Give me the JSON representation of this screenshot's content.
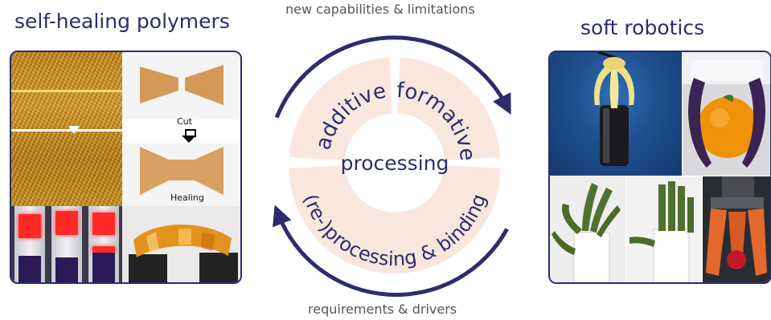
{
  "left_section": {
    "title": "self-healing polymers",
    "photo_labels": {
      "cut": "Cut",
      "healing": "Healing"
    }
  },
  "right_section": {
    "title": "soft robotics"
  },
  "cycle": {
    "center_label": "processing",
    "segments": [
      "additive",
      "formative",
      "(re-)processing & binding"
    ],
    "top_caption": "new capabilities & limitations",
    "bottom_caption": "requirements & drivers"
  },
  "colors": {
    "accent": "#2c2c6e",
    "segment_fill": "#f9e6dc",
    "caption": "#555555"
  }
}
